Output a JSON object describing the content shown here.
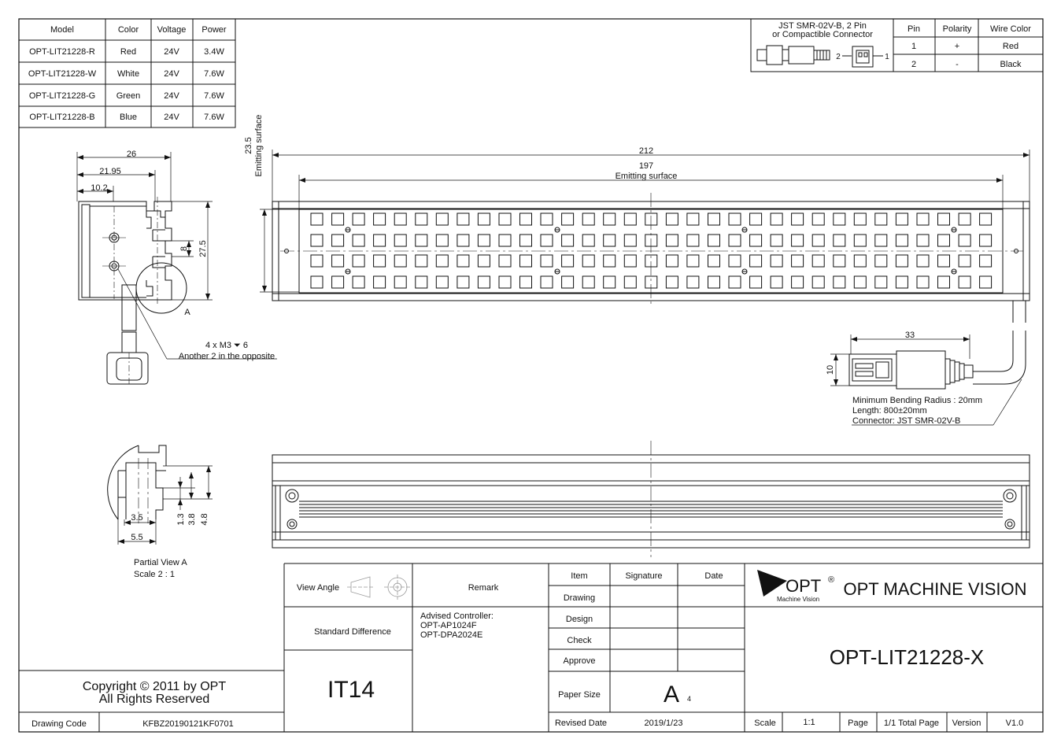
{
  "model_table": {
    "headers": [
      "Model",
      "Color",
      "Voltage",
      "Power"
    ],
    "rows": [
      [
        "OPT-LIT21228-R",
        "Red",
        "24V",
        "3.4W"
      ],
      [
        "OPT-LIT21228-W",
        "White",
        "24V",
        "7.6W"
      ],
      [
        "OPT-LIT21228-G",
        "Green",
        "24V",
        "7.6W"
      ],
      [
        "OPT-LIT21228-B",
        "Blue",
        "24V",
        "7.6W"
      ]
    ]
  },
  "connector_table": {
    "title_line1": "JST SMR-02V-B, 2 Pin",
    "title_line2": "or Compactible Connector",
    "pin_label_2": "2",
    "pin_label_1": "1",
    "headers": [
      "Pin",
      "Polarity",
      "Wire Color"
    ],
    "rows": [
      [
        "1",
        "+",
        "Red"
      ],
      [
        "2",
        "-",
        "Black"
      ]
    ]
  },
  "side_view": {
    "dim_26": "26",
    "dim_21_95": "21.95",
    "dim_10_2": "10.2",
    "dim_8": "8",
    "dim_27_5": "27.5",
    "detail_label": "A",
    "screw_note": "4 x M3 ⏷ 6",
    "screw_note2": "Another 2 in the opposite"
  },
  "front_view": {
    "dim_23_5": "23.5",
    "dim_23_5_label": "Emitting surface",
    "dim_212": "212",
    "dim_197": "197",
    "dim_197_label": "Emitting surface"
  },
  "cable": {
    "dim_33": "33",
    "dim_10": "10",
    "note1": "Minimum Bending Radius : 20mm",
    "note2": "Length: 800±20mm",
    "note3": "Connector: JST SMR-02V-B"
  },
  "partial_view": {
    "dim_3_5": "3.5",
    "dim_5_5": "5.5",
    "dim_1_3": "1.3",
    "dim_3_8": "3.8",
    "dim_4_8": "4.8",
    "title": "Partial View A",
    "scale": "Scale 2 : 1"
  },
  "title_block": {
    "view_angle_label": "View Angle",
    "remark_label": "Remark",
    "standard_difference_label": "Standard Difference",
    "tolerance_grade": "IT14",
    "advised_controller": [
      "Advised Controller:",
      "OPT-AP1024F",
      "OPT-DPA2024E"
    ],
    "item_header": "Item",
    "signature_header": "Signature",
    "date_header": "Date",
    "rows": [
      "Drawing",
      "Design",
      "Check",
      "Approve"
    ],
    "paper_size_label": "Paper Size",
    "paper_size_value": "A",
    "paper_size_sub": "4",
    "revised_date_label": "Revised Date",
    "revised_date_value": "2019/1/23",
    "scale_label": "Scale",
    "scale_value": "1:1",
    "page_label": "Page",
    "total_page": "1/1 Total Page",
    "version_label": "Version",
    "version_value": "V1.0",
    "logo_text": "OPT",
    "logo_reg": "®",
    "logo_sub": "Machine Vision",
    "company_name": "OPT MACHINE VISION",
    "drawing_title": "OPT-LIT21228-X",
    "copyright_line1": "Copyright © 2011 by OPT",
    "copyright_line2": "All Rights Reserved",
    "drawing_code_label": "Drawing Code",
    "drawing_code_value": "KFBZ20190121KF0701"
  }
}
